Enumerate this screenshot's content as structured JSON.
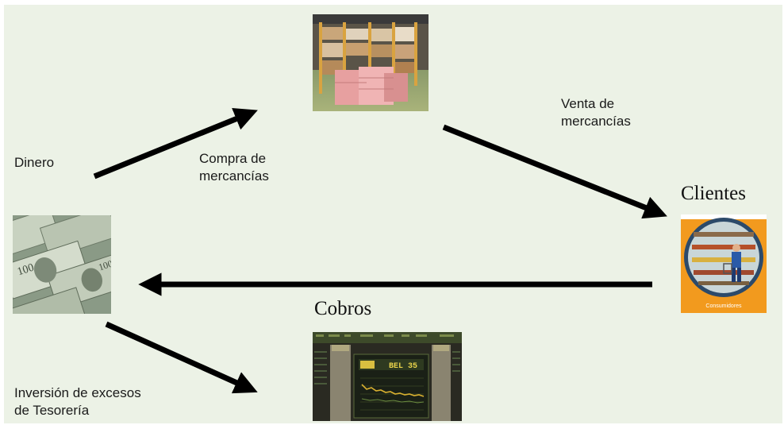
{
  "labels": {
    "dinero": "Dinero",
    "compra": [
      "Compra de",
      "mercancías"
    ],
    "venta": [
      "Venta de",
      "mercancías"
    ],
    "clientes": "Clientes",
    "cobros": "Cobros",
    "inversion": [
      "Inversión de excesos",
      "de Tesorería"
    ]
  },
  "images": {
    "warehouse": "warehouse-photo",
    "money": "dollar-bills-photo",
    "consumers": "supermarket-consumers-photo",
    "consumers_caption": "Consumidores",
    "stock_board": "stock-exchange-board-photo",
    "stock_board_text": "BEL 35"
  },
  "colors": {
    "background": "#ecf2e6",
    "arrow": "#000000",
    "consumers_badge": "#f29a1e"
  }
}
